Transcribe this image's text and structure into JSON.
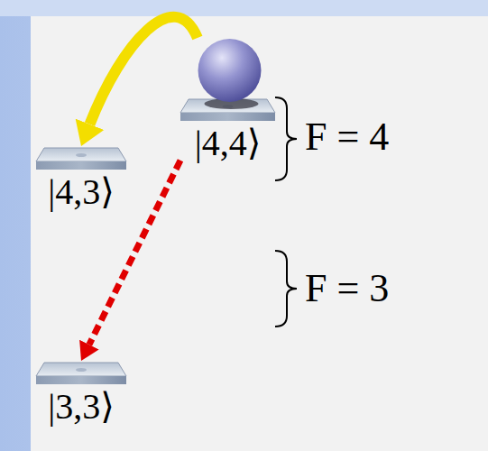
{
  "diagram": {
    "nodes": [
      {
        "text": [
          "|4,4⟩"
        ]
      },
      {
        "text": [
          "|4,3⟩"
        ]
      },
      {
        "text": [
          "|3,3⟩"
        ]
      }
    ],
    "edges": [
      {
        "from": 0,
        "to": 1,
        "arrow": "to"
      },
      {
        "from": 0,
        "to": 2,
        "arrow": "to"
      }
    ],
    "labels": [
      "F = 4",
      "F = 3"
    ]
  }
}
